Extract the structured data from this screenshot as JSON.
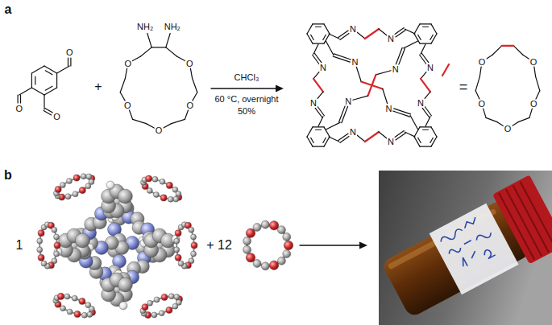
{
  "diagram": {
    "labels": [
      "a",
      "O",
      "O",
      "O",
      "+",
      "NH₂",
      "NH₂",
      "O",
      "O",
      "O",
      "O",
      "O",
      "CHCl₃",
      "60 °C, overnight",
      "50%",
      "N",
      "N",
      "N",
      "N",
      "N",
      "N",
      "N",
      "N",
      "N",
      "N",
      "N",
      "N",
      "=",
      "O",
      "O",
      "O",
      "O",
      "O",
      "b",
      "1",
      "+ 12"
    ]
  }
}
